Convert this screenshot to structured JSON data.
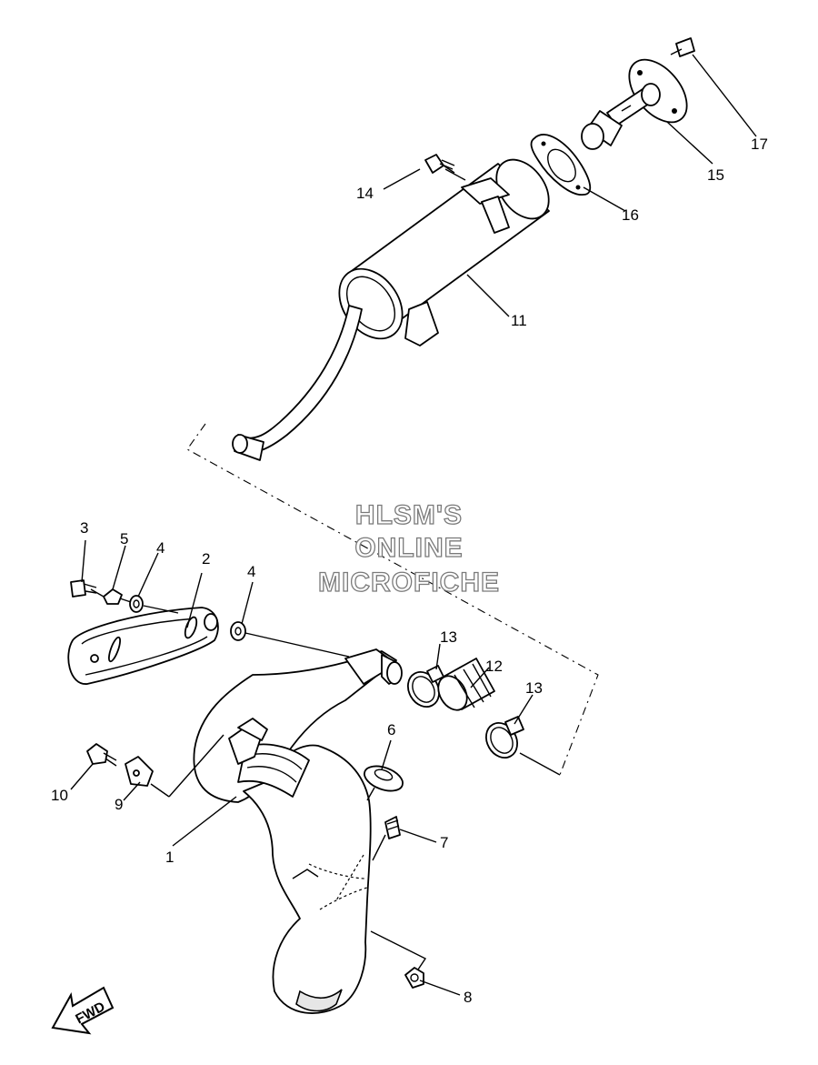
{
  "watermark": [
    "HLSM'S",
    "ONLINE",
    "MICROFICHE"
  ],
  "direction_marker": "FWD",
  "callouts": [
    "1",
    "2",
    "3",
    "4",
    "4",
    "5",
    "6",
    "7",
    "8",
    "9",
    "10",
    "11",
    "12",
    "13",
    "13",
    "14",
    "15",
    "16",
    "17"
  ]
}
